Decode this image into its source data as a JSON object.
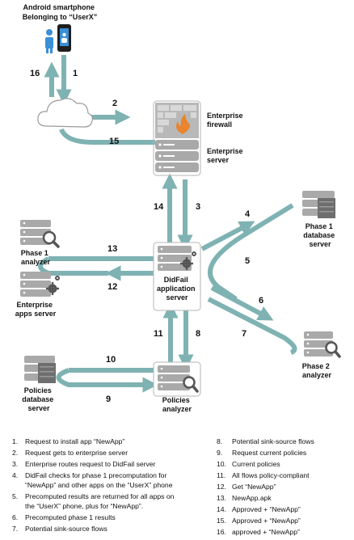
{
  "nodes": {
    "smartphone": [
      "Android smartphone",
      "Belonging to “UserX”"
    ],
    "firewall": [
      "Enterprise",
      "firewall"
    ],
    "enterprise_server": [
      "Enterprise",
      "server"
    ],
    "phase1_db": [
      "Phase 1",
      "database",
      "server"
    ],
    "phase1_analyzer": [
      "Phase 1",
      "analyzer"
    ],
    "enterprise_apps": [
      "Enterprise",
      "apps server"
    ],
    "didfail": [
      "DidFail",
      "application",
      "server"
    ],
    "phase2_analyzer": [
      "Phase 2",
      "analyzer"
    ],
    "policies_db": [
      "Policies",
      "database",
      "server"
    ],
    "policies_analyzer": [
      "Policies",
      "analyzer"
    ]
  },
  "edge_numbers": [
    "1",
    "2",
    "3",
    "4",
    "5",
    "6",
    "7",
    "8",
    "9",
    "10",
    "11",
    "12",
    "13",
    "14",
    "15",
    "16"
  ],
  "steps_left": [
    {
      "n": "1.",
      "text": "Request to install app “NewApp”"
    },
    {
      "n": "2.",
      "text": "Request gets to enterprise server"
    },
    {
      "n": "3.",
      "text": "Enterprise routes request to DidFail server"
    },
    {
      "n": "4.",
      "text": "DidFail checks for phase 1 precomputation for"
    },
    {
      "n": "",
      "text": "“NewApp” and other apps on the “UserX” phone"
    },
    {
      "n": "5.",
      "text": "Precomputed results are returned for all apps on"
    },
    {
      "n": "",
      "text": "the “UserX” phone, plus for “NewApp”."
    },
    {
      "n": "6.",
      "text": "Precomputed phase 1 results"
    },
    {
      "n": "7.",
      "text": "Potential sink-source flows"
    }
  ],
  "steps_right": [
    {
      "n": "8.",
      "text": "Potential sink-source flows"
    },
    {
      "n": "9.",
      "text": "Request current policies"
    },
    {
      "n": "10.",
      "text": "Current policies"
    },
    {
      "n": "11.",
      "text": "All flows policy-compliant"
    },
    {
      "n": "12.",
      "text": "Get “NewApp”"
    },
    {
      "n": "13.",
      "text": "NewApp.apk"
    },
    {
      "n": "14.",
      "text": "Approved + “NewApp”"
    },
    {
      "n": "15.",
      "text": "Approved + “NewApp”"
    },
    {
      "n": "16.",
      "text": "approved + “NewApp”"
    }
  ],
  "colors": {
    "arrow": "#7fb2b2",
    "server": "#a9a9a9",
    "server_dark": "#6e6e6e",
    "user": "#3a8fd6",
    "flame": "#e9852e"
  },
  "icons": [
    "person-icon",
    "smartphone-icon",
    "cloud-icon",
    "firewall-icon",
    "server-icon",
    "magnifier-icon",
    "gear-icon",
    "database-icon"
  ]
}
